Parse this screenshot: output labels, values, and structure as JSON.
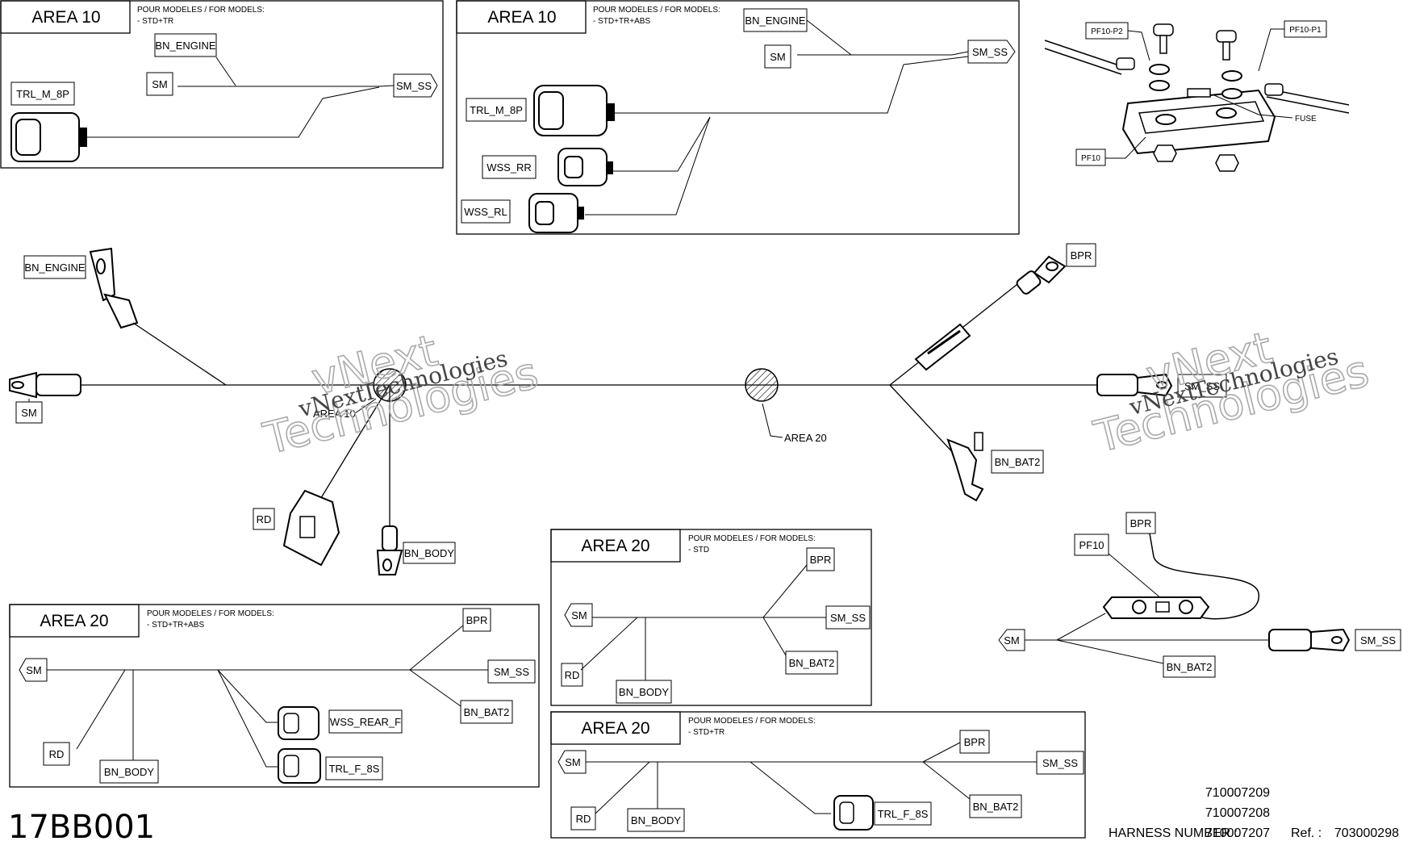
{
  "diagram_code": "17BB001",
  "watermark": {
    "line1": "vNext",
    "line2": "Technologies"
  },
  "labels": {
    "area10": "AREA 10",
    "area20": "AREA 20",
    "pour_modeles": "POUR MODELES / FOR MODELS:",
    "models_std_tr": "- STD+TR",
    "models_std_tr_abs": "- STD+TR+ABS",
    "models_std": "- STD"
  },
  "connectors": {
    "bn_engine": "BN_ENGINE",
    "sm": "SM",
    "sm_ss": "SM_SS",
    "trl_m_8p": "TRL_M_8P",
    "wss_rr": "WSS_RR",
    "wss_rl": "WSS_RL",
    "rd": "RD",
    "bn_body": "BN_BODY",
    "bpr": "BPR",
    "bn_bat2": "BN_BAT2",
    "wss_rear_f": "WSS_REAR_F",
    "trl_f_8s": "TRL_F_8S",
    "pf10": "PF10",
    "pf10_p1": "PF10-P1",
    "pf10_p2": "PF10-P2",
    "fuse": "FUSE"
  },
  "main_labels": {
    "area10": "AREA 10",
    "area20": "AREA 20"
  },
  "harness": {
    "numbers": [
      "710007209",
      "710007208",
      "710007207"
    ],
    "label": "HARNESS NUMBER :",
    "ref_label": "Ref. :",
    "ref": "703000298"
  }
}
